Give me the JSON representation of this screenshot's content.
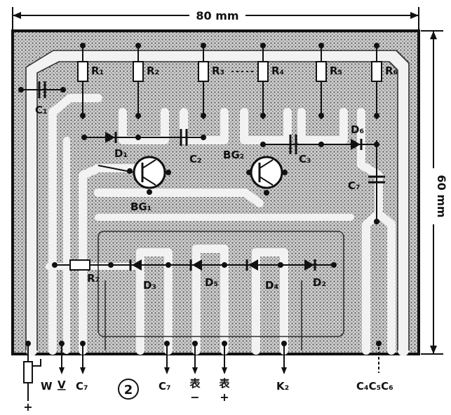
{
  "dimensions": {
    "width_label": "80 mm",
    "height_label": "60 mm"
  },
  "figure_number": "②",
  "components": {
    "resistors": [
      "R₁",
      "R₂",
      "R₃",
      "R₄",
      "R₅",
      "R₆",
      "R₇"
    ],
    "capacitors": [
      "C₁",
      "C₂",
      "C₃",
      "C₇"
    ],
    "diodes": [
      "D₁",
      "D₂",
      "D₃",
      "D₄",
      "D₅",
      "D₆"
    ],
    "transistors": [
      "BG₁",
      "BG₂"
    ]
  },
  "terminals": {
    "w": "W",
    "v": "V",
    "c7_left": "C₇",
    "c7_mid": "C₇",
    "meter_neg": "表",
    "meter_neg_sign": "−",
    "meter_pos": "表",
    "meter_pos_sign": "+",
    "k2": "K₂",
    "c456": "C₄C₅C₆",
    "plus": "+"
  },
  "colors": {
    "ink": "#111111",
    "board": "#bdbdbd",
    "trace": "#f2f2f2"
  }
}
